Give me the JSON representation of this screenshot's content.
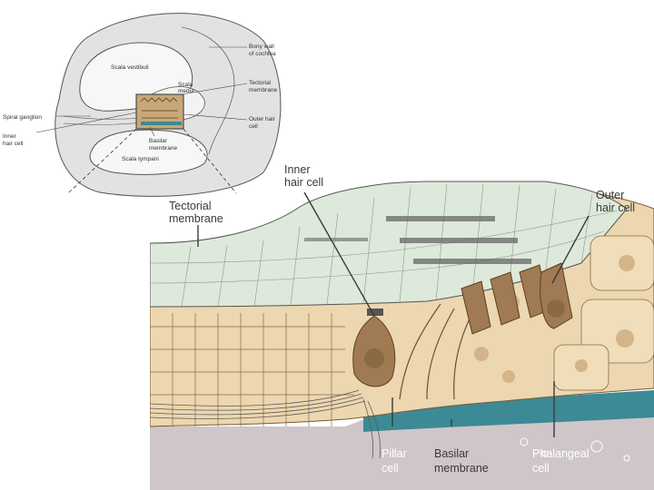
{
  "inset_labels": {
    "bony_wall_1": "Bony wall",
    "bony_wall_2": "of cochlea",
    "scala_vestibuli": "Scala vestibuli",
    "scala_media_1": "Scala",
    "scala_media_2": "media",
    "tectorial_1": "Tectorial",
    "tectorial_2": "membrane",
    "spiral_ganglion": "Spiral ganglion",
    "inner_hair_1": "Inner",
    "inner_hair_2": "hair cell",
    "outer_hair_1": "Outer hair",
    "outer_hair_2": "cell",
    "basilar_1": "Basilar",
    "basilar_2": "membrane",
    "scala_tympani": "Scala tympani"
  },
  "main_labels": {
    "tectorial_1": "Tectorial",
    "tectorial_2": "membrane",
    "inner_hair_1": "Inner",
    "inner_hair_2": "hair cell",
    "outer_hair_1": "Outer",
    "outer_hair_2": "hair cell",
    "pillar_1": "Pillar",
    "pillar_2": "cell",
    "basilar_1": "Basilar",
    "basilar_2": "membrane",
    "phalangeal_1": "Phalangeal",
    "phalangeal_2": "cell"
  },
  "colors": {
    "tectorial": "#dde9da",
    "tissue": "#ecd7b0",
    "cell_body": "#a07a52",
    "nucleus": "#8b6a43",
    "basilar_band": "#3c8a95",
    "base": "#cfc6c9",
    "inset_fill": "#d9d9d9"
  }
}
